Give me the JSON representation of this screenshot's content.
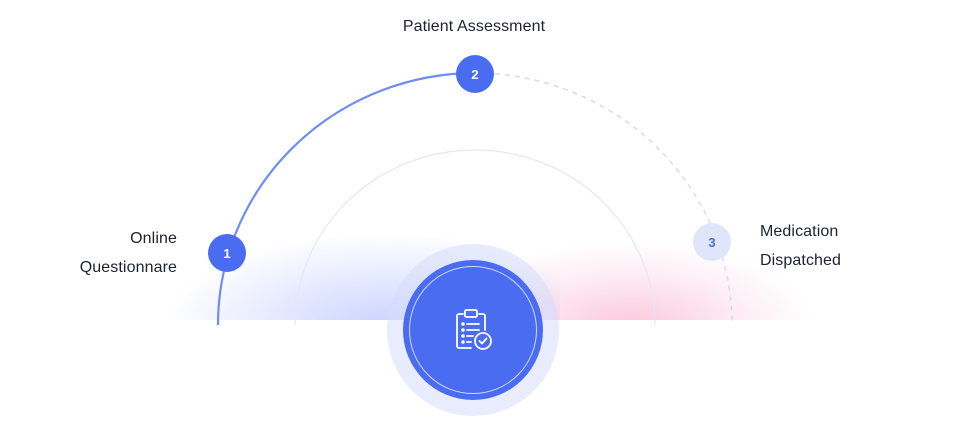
{
  "steps": [
    {
      "number": "1",
      "lines": [
        "Online",
        "Questionnare"
      ],
      "state": "complete"
    },
    {
      "number": "2",
      "lines": [
        "Patient Assessment"
      ],
      "state": "complete"
    },
    {
      "number": "3",
      "lines": [
        "Medication",
        "Dispatched"
      ],
      "state": "pending"
    }
  ],
  "hub": {
    "icon": "clipboard-check-icon"
  },
  "colors": {
    "accent": "#4a6cf0",
    "pending_node": "#dfe5fb",
    "inner_arc": "#e4e7f4",
    "dashed_arc": "#d8dbe6",
    "text": "#1c2230"
  }
}
